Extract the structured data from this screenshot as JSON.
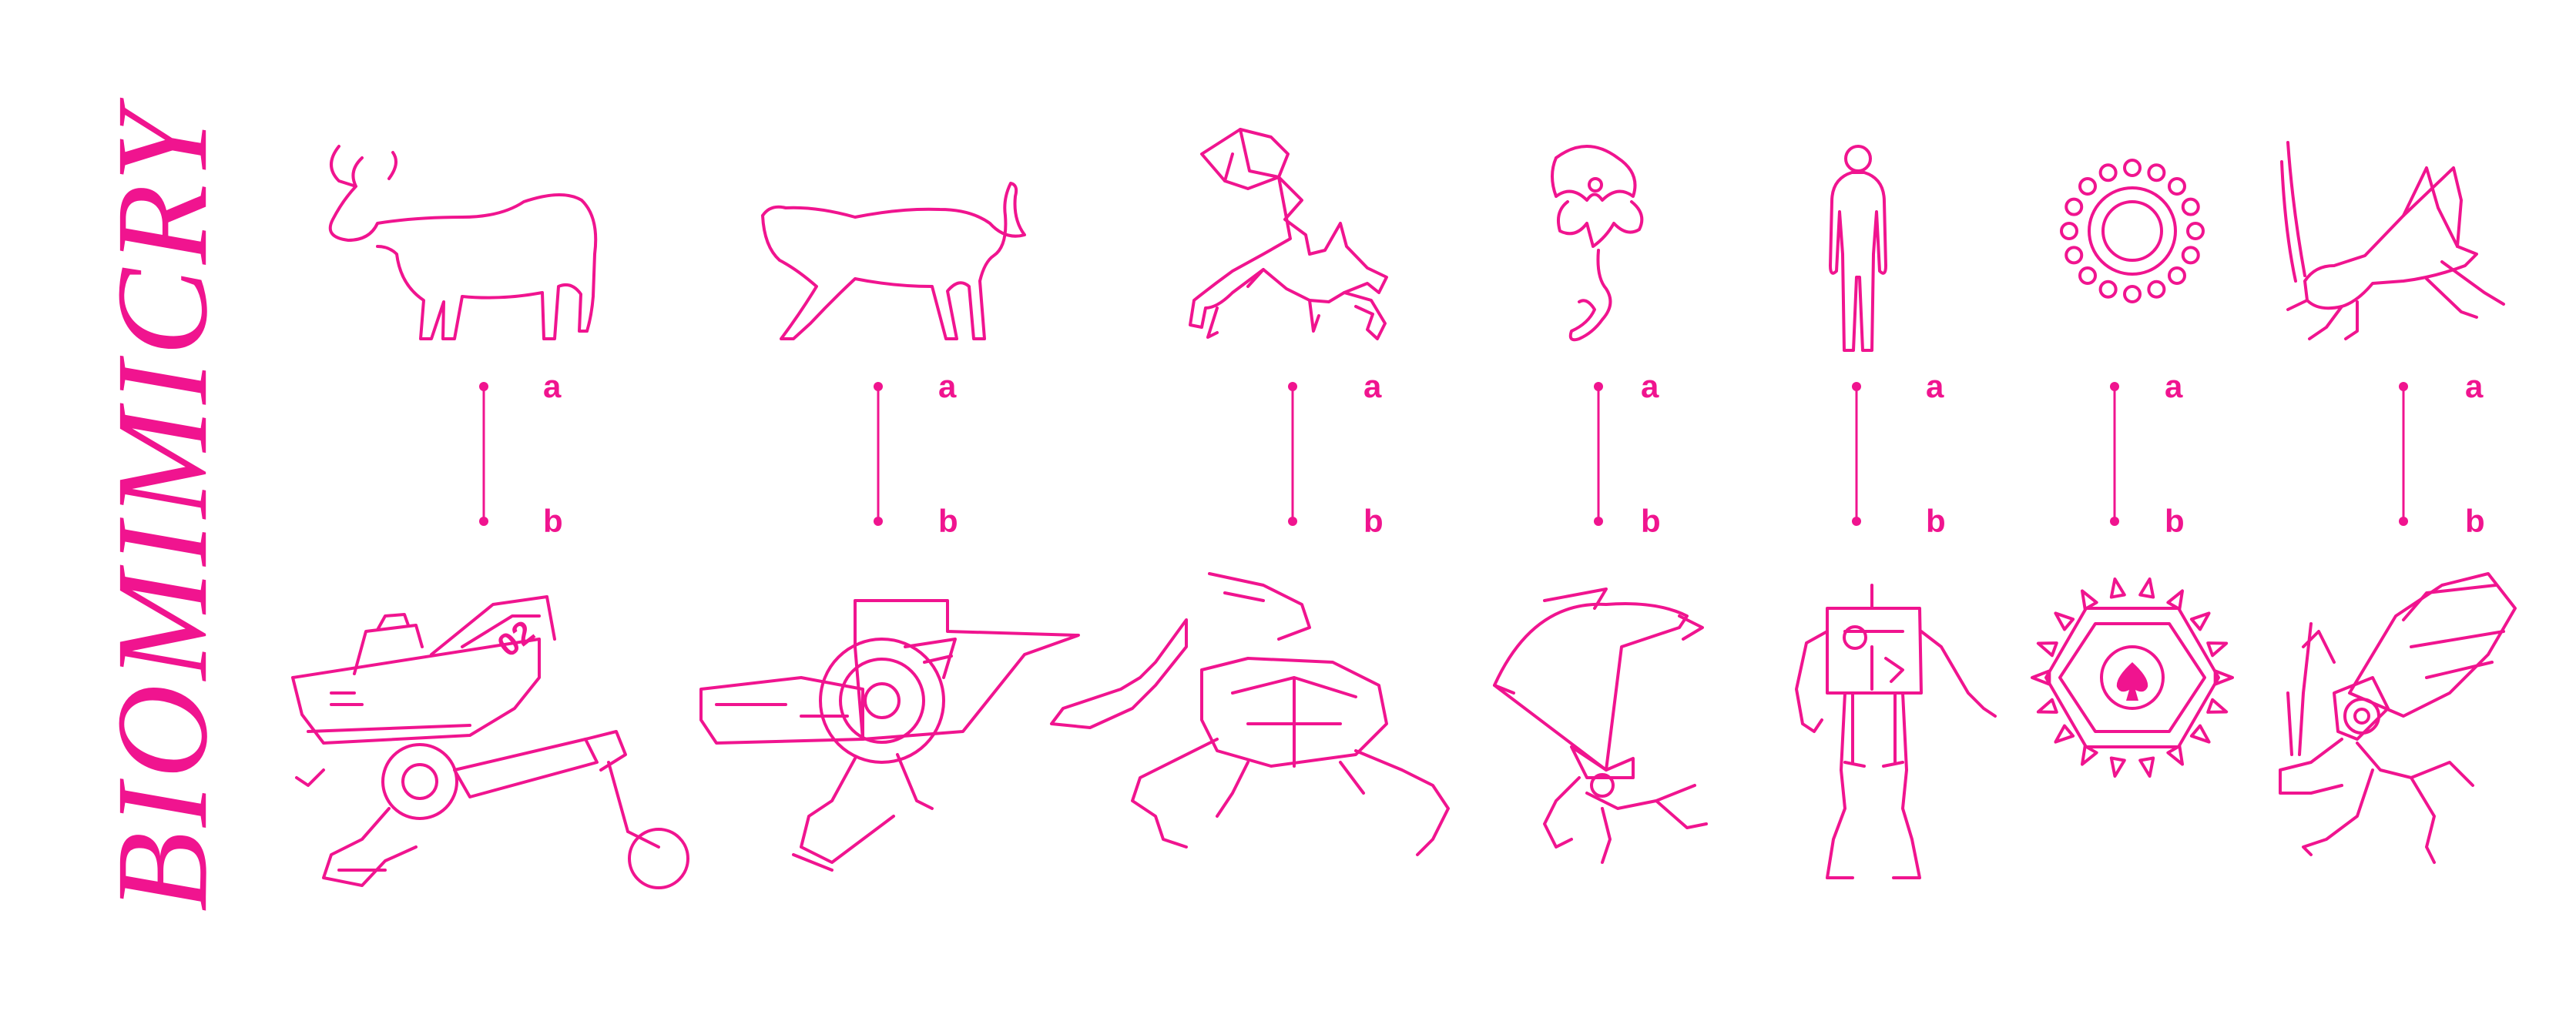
{
  "title": "BIOMIMICRY",
  "accent_color": "#f0148f",
  "background_color": "#ffffff",
  "labels": {
    "top": "a",
    "bottom": "b"
  },
  "pairs": [
    {
      "animal": "bull-icon",
      "robot": "bull-mech-icon",
      "robot_marking": "02"
    },
    {
      "animal": "cat-icon",
      "robot": "cat-mech-icon",
      "robot_marking": ""
    },
    {
      "animal": "scorpion-icon",
      "robot": "scorpion-mech-icon",
      "robot_marking": ""
    },
    {
      "animal": "jellyfish-icon",
      "robot": "flying-drone-icon",
      "robot_marking": ""
    },
    {
      "animal": "human-icon",
      "robot": "humanoid-robot-icon",
      "robot_marking": ""
    },
    {
      "animal": "virus-icon",
      "robot": "hexagon-spade-emblem-icon",
      "robot_marking": ""
    },
    {
      "animal": "grasshopper-icon",
      "robot": "grasshopper-mech-icon",
      "robot_marking": ""
    }
  ]
}
